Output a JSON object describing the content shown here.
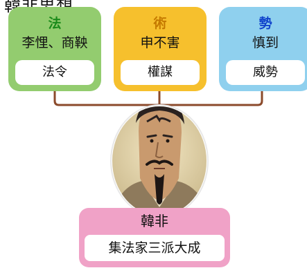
{
  "title": "韓非思想",
  "cards": [
    {
      "head": "法",
      "head_color": "#1a8a1a",
      "sub": "李悝、商鞅",
      "inner": "法令",
      "bg": "#93cc6f"
    },
    {
      "head": "術",
      "head_color": "#c57a00",
      "sub": "申不害",
      "inner": "權謀",
      "bg": "#f6c02d"
    },
    {
      "head": "勢",
      "head_color": "#1144cc",
      "sub": "慎到",
      "inner": "威勢",
      "bg": "#8fd0ee"
    }
  ],
  "bottom": {
    "title": "韓非",
    "inner": "集法家三派大成"
  },
  "colors": {
    "connector": "#8b4a2b",
    "bottom_bg": "#f0a2c7"
  }
}
